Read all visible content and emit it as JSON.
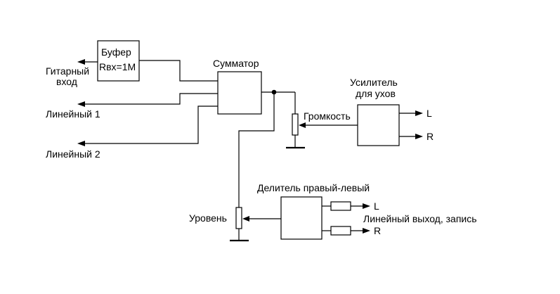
{
  "blocks": {
    "buffer": {
      "line1": "Буфер",
      "line2": "Rвх=1М"
    },
    "summator": {
      "label": "Сумматор"
    },
    "amplifier": {
      "line1": "Усилитель",
      "line2": "для ухов"
    },
    "splitter": {
      "label": "Делитель правый-левый"
    }
  },
  "inputs": {
    "guitar": {
      "line1": "Гитарный",
      "line2": "вход"
    },
    "line1": "Линейный 1",
    "line2": "Линейный 2"
  },
  "controls": {
    "volume": "Громкость",
    "level": "Уровень"
  },
  "outputs": {
    "amp_left": "L",
    "amp_right": "R",
    "line_left": "L",
    "line_right": "R",
    "line_out_label": "Линейный выход, запись"
  }
}
